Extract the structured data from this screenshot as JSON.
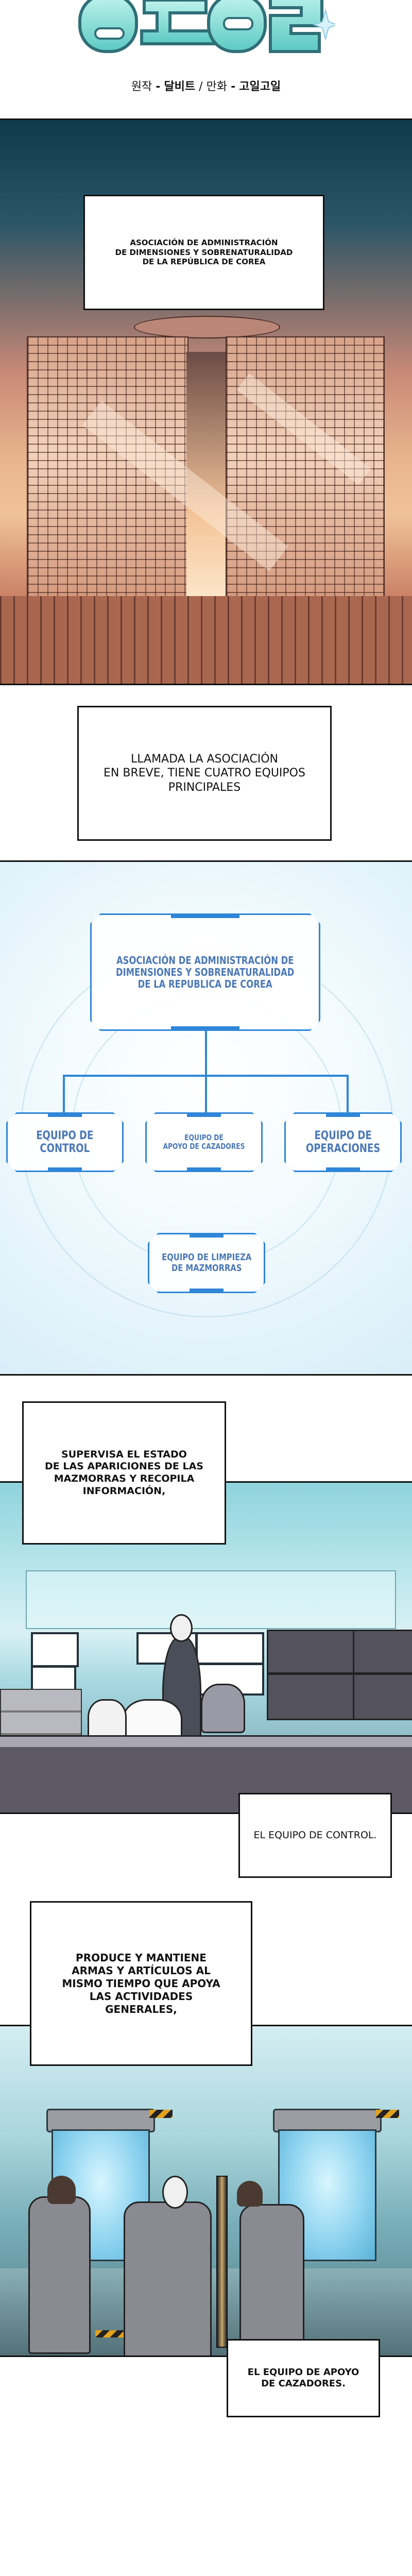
{
  "header": {
    "credits": {
      "original_label": "원작",
      "original_author": "달비트",
      "art_label": "만화",
      "art_author": "고일고일",
      "separator": "-",
      "slash": "/"
    }
  },
  "panels": {
    "building": {
      "caption": "ASOCIACIÓN DE ADMINISTRACIÓN\nDE DIMENSIONES Y SOBRENATURALIDAD\nDE LA REPÚBLICA DE COREA"
    },
    "intro": {
      "caption": "LLAMADA LA ASOCIACIÓN\nEN BREVE, TIENE CUATRO EQUIPOS\nPRINCIPALES"
    },
    "diagram": {
      "root": "ASOCIACIÓN DE ADMINISTRACIÓN DE\nDIMENSIONES Y SOBRENATURALIDAD\nDE LA REPUBLICA DE COREA",
      "teams": [
        "EQUIPO DE\nCONTROL",
        "EQUIPO DE\nAPOYO DE CAZADORES",
        "EQUIPO DE\nOPERACIONES",
        "EQUIPO DE LIMPIEZA\nDE MAZMORRAS"
      ],
      "accent_color": "#2f86d8",
      "text_color": "#4a78b8"
    },
    "control": {
      "caption_top": "SUPERVISA EL ESTADO\nDE LAS APARICIONES DE LAS\nMAZMORRAS Y RECOPILA\nINFORMACIÓN,",
      "caption_bottom": "EL EQUIPO DE CONTROL."
    },
    "support": {
      "caption_top": "PRODUCE Y MANTIENE\nARMAS Y ARTÍCULOS AL\nMISMO TIEMPO QUE APOYA\nLAS ACTIVIDADES\nGENERALES,",
      "caption_bottom": "EL EQUIPO DE APOYO\nDE CAZADORES."
    }
  }
}
